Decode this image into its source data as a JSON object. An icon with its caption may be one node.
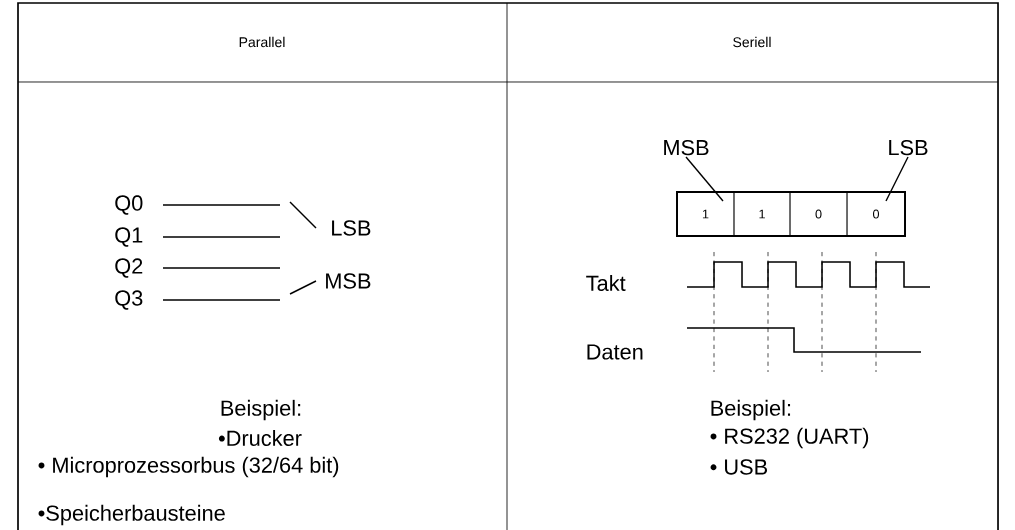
{
  "diagram": {
    "nodes": [
      {
        "text": [
          "LSB"
        ]
      },
      {
        "text": [
          "MSB"
        ]
      },
      {
        "text": [
          "MSB"
        ]
      },
      {
        "text": [
          "LSB"
        ]
      },
      {
        "text": [
          "1"
        ]
      },
      {
        "text": [
          "1"
        ]
      },
      {
        "text": [
          "0"
        ]
      },
      {
        "text": [
          "0"
        ]
      }
    ],
    "edges": [
      {
        "from": 0,
        "to": null,
        "arrow": "none"
      },
      {
        "from": 1,
        "to": null,
        "arrow": "none"
      },
      {
        "from": 2,
        "to": 4,
        "arrow": "none"
      },
      {
        "from": 3,
        "to": 7,
        "arrow": "none"
      }
    ],
    "labels": [
      "Parallel",
      "Seriell",
      "Q0",
      "Q1",
      "Q2",
      "Q3",
      "Takt",
      "Daten",
      "Beispiel:",
      "•Drucker",
      "• Microprozessorbus (32/64 bit)",
      "•Speicherbausteine",
      "Beispiel:",
      "• RS232 (UART)",
      "• USB"
    ]
  }
}
